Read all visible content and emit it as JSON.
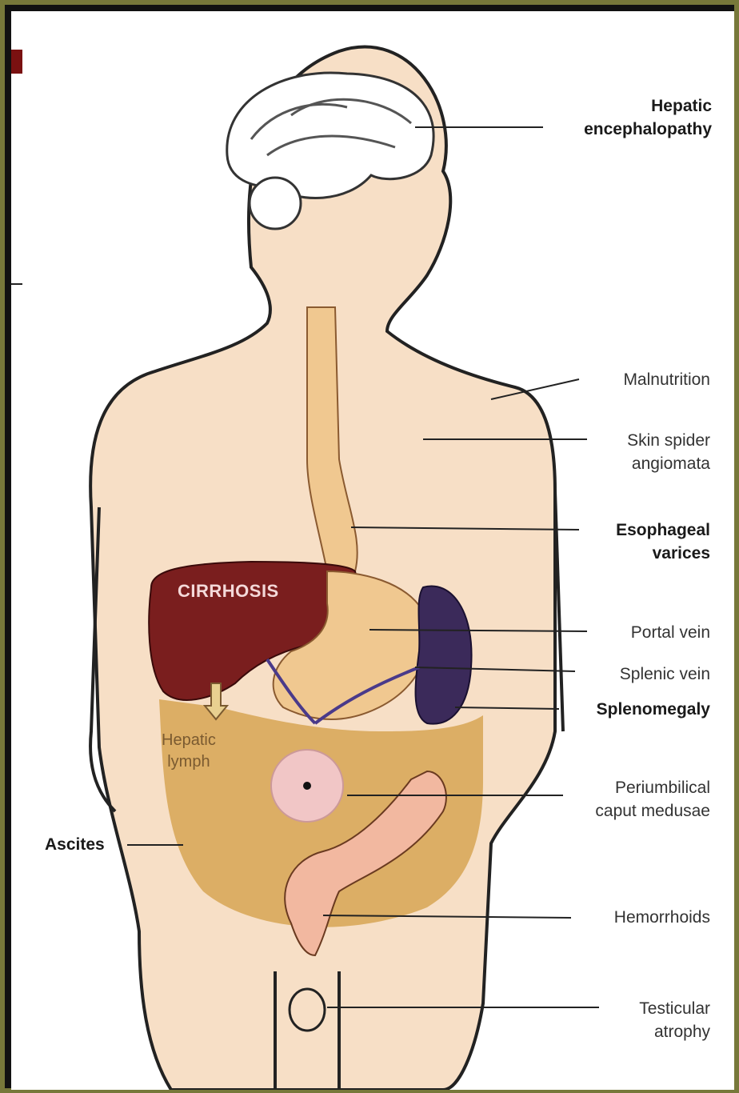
{
  "diagram": {
    "organ_label": "CIRRHOSIS",
    "internal_label": "Hepatic\nlymph",
    "labels": {
      "hepatic_encephalopathy": "Hepatic\nencephalopathy",
      "malnutrition": "Malnutrition",
      "skin_spider_angiomata": "Skin spider\nangiomata",
      "esophageal_varices": "Esophageal\nvarices",
      "portal_vein": "Portal vein",
      "splenic_vein": "Splenic vein",
      "splenomegaly": "Splenomegaly",
      "periumbilical_caput_medusae": "Periumbilical\ncaput medusae",
      "ascites": "Ascites",
      "hemorrhoids": "Hemorrhoids",
      "testicular_atrophy": "Testicular\natrophy"
    },
    "colors": {
      "skin": "#f7dfc6",
      "liver": "#7a1e1e",
      "spleen": "#3b2a5a",
      "ascites": "#d8a85a",
      "esophagus": "#f0c890",
      "frame": "#77783a"
    }
  }
}
